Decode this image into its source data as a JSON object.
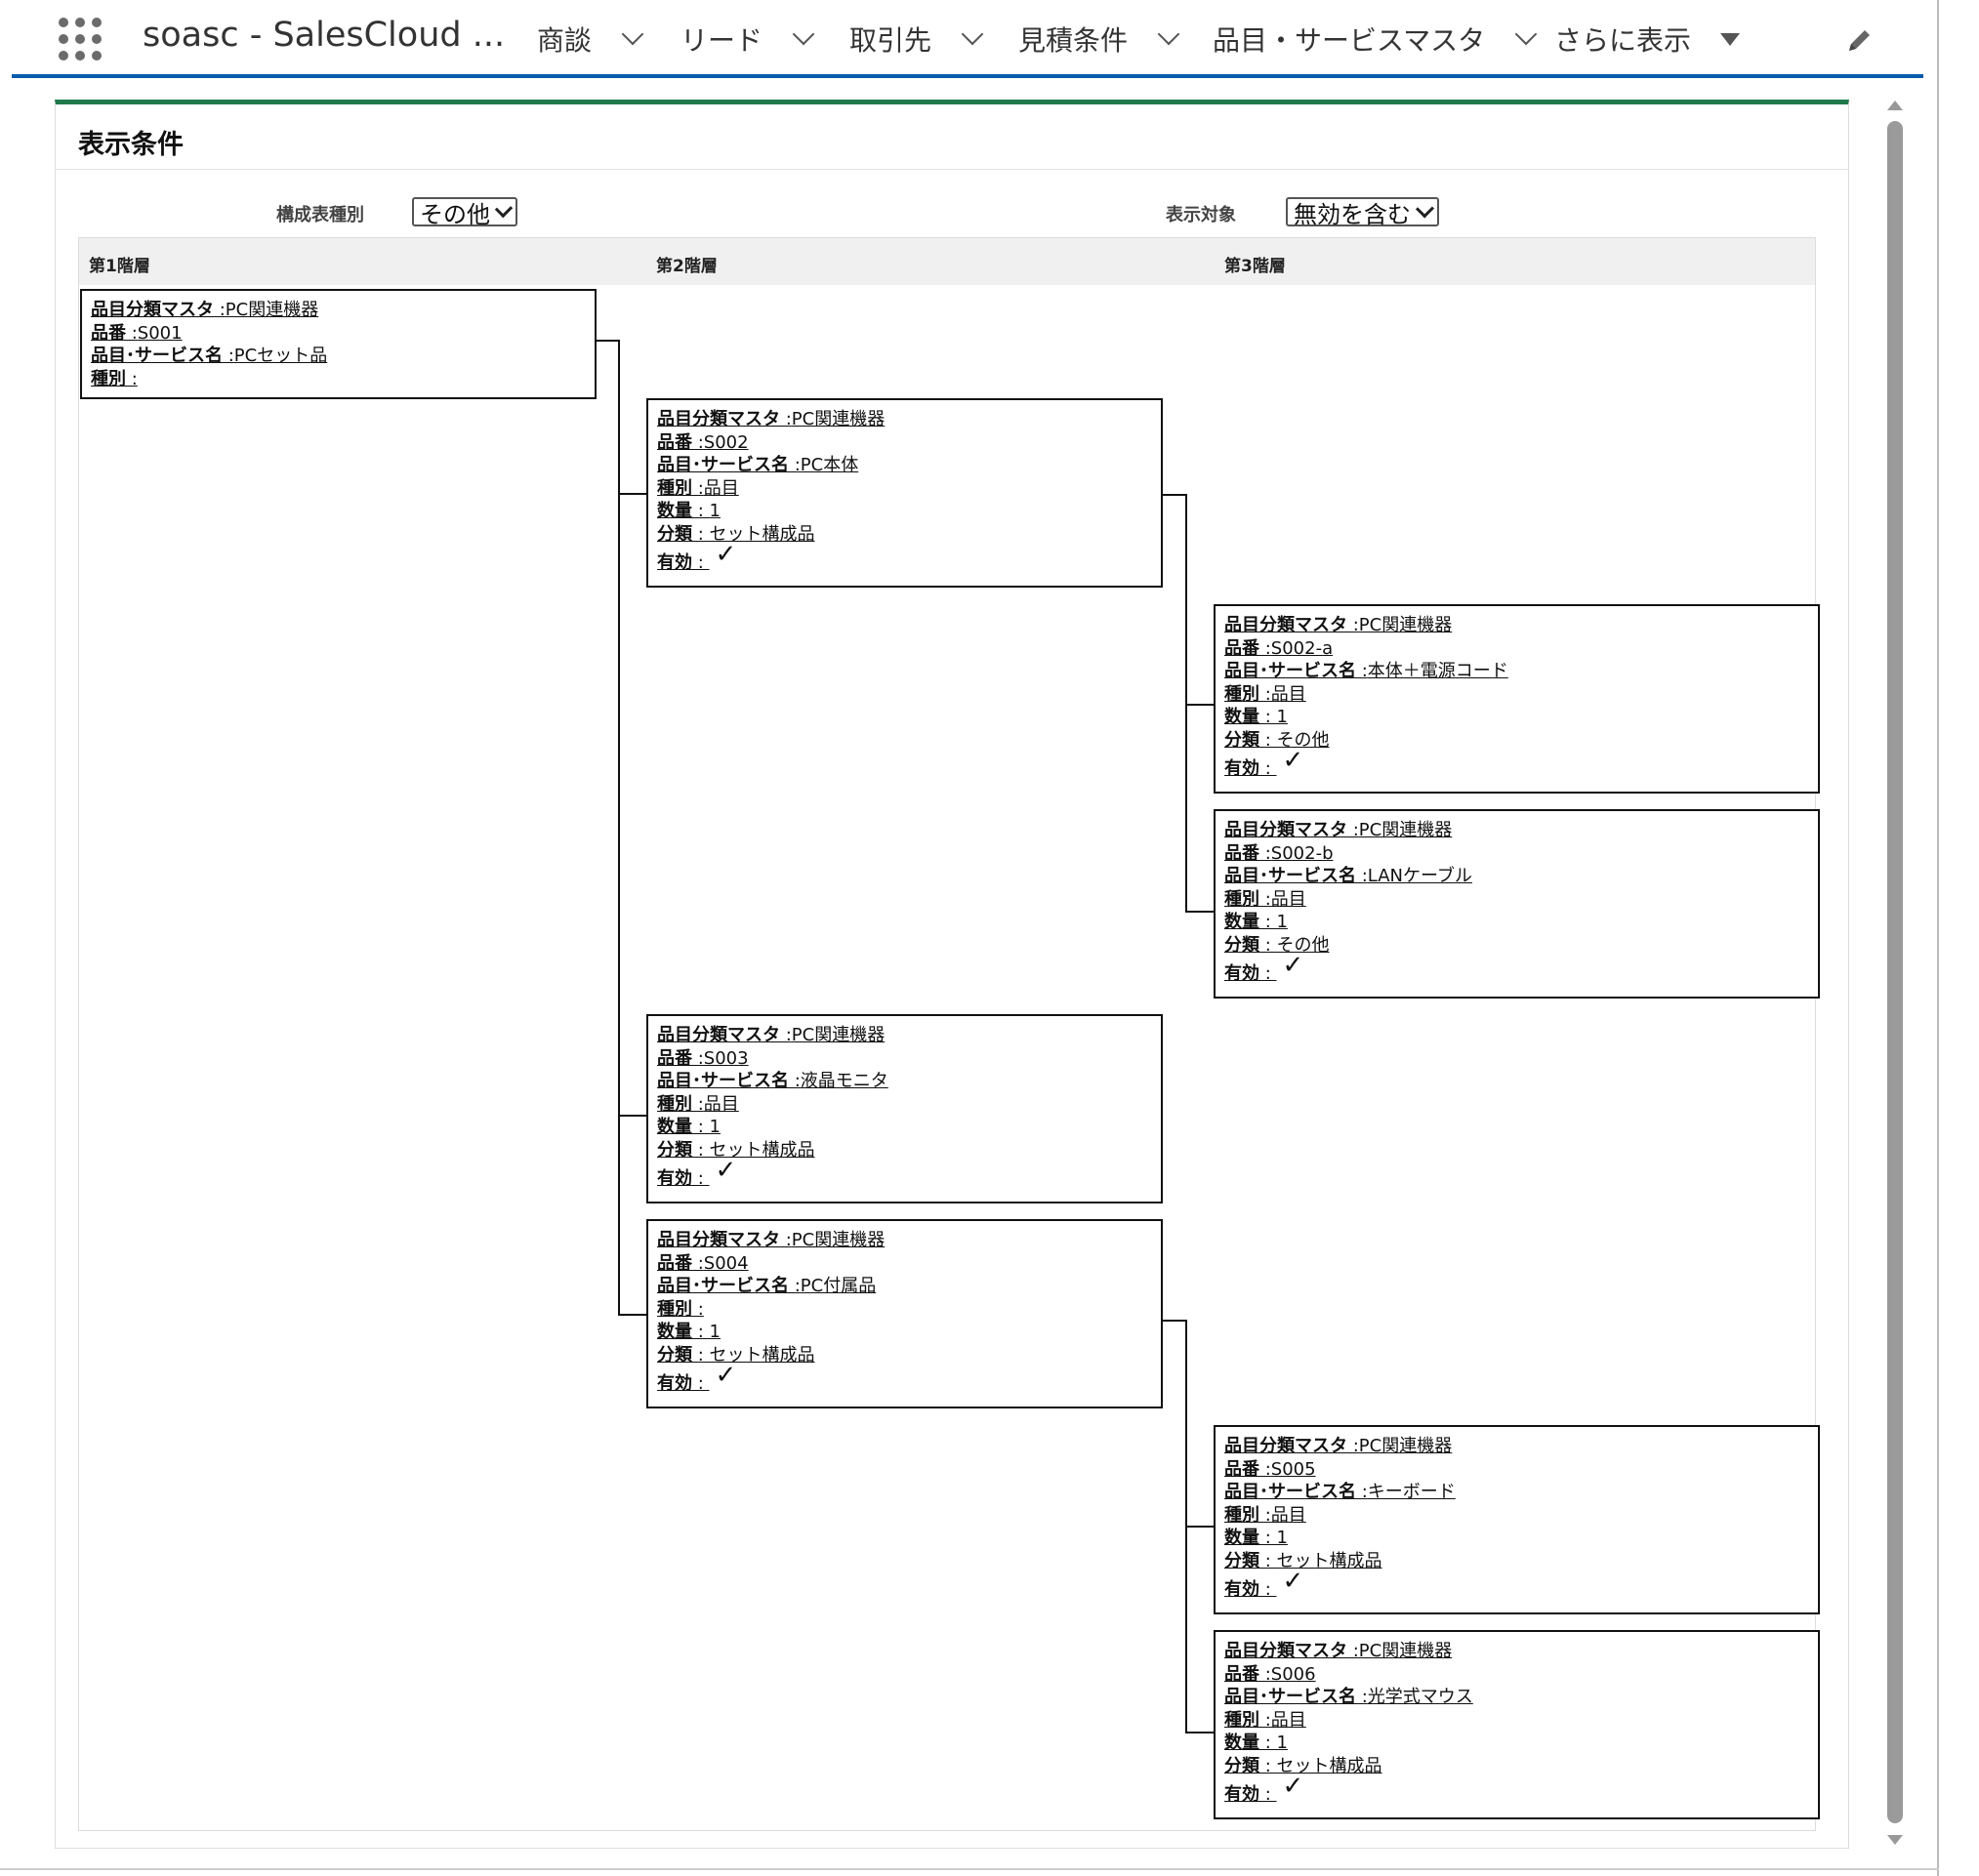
{
  "app": {
    "title": "soasc - SalesCloud ..."
  },
  "nav": {
    "items": [
      "商談",
      "リード",
      "取引先",
      "見積条件",
      "品目・サービスマスタ"
    ],
    "more": "さらに表示"
  },
  "panel": {
    "title": "表示条件",
    "filter1": {
      "label": "構成表種別",
      "value": "その他"
    },
    "filter2": {
      "label": "表示対象",
      "value": "無効を含む"
    },
    "columns": [
      "第1階層",
      "第2階層",
      "第3階層"
    ]
  },
  "labels": {
    "category": "品目分類マスタ",
    "number": "品番",
    "name": "品目･サービス名",
    "type": "種別",
    "qty": "数量",
    "class": "分類",
    "valid": "有効",
    "check": "✓"
  },
  "nodes": [
    {
      "category": "PC関連機器",
      "number": "S001",
      "name": "PCセット品",
      "type": ""
    },
    {
      "category": "PC関連機器",
      "number": "S002",
      "name": "PC本体",
      "type": "品目",
      "qty": "1",
      "class": "セット構成品",
      "valid": true
    },
    {
      "category": "PC関連機器",
      "number": "S002-a",
      "name": "本体＋電源コード",
      "type": "品目",
      "qty": "1",
      "class": "その他",
      "valid": true
    },
    {
      "category": "PC関連機器",
      "number": "S002-b",
      "name": "LANケーブル",
      "type": "品目",
      "qty": "1",
      "class": "その他",
      "valid": true
    },
    {
      "category": "PC関連機器",
      "number": "S003",
      "name": "液晶モニタ",
      "type": "品目",
      "qty": "1",
      "class": "セット構成品",
      "valid": true
    },
    {
      "category": "PC関連機器",
      "number": "S004",
      "name": "PC付属品",
      "type": "",
      "qty": "1",
      "class": "セット構成品",
      "valid": true
    },
    {
      "category": "PC関連機器",
      "number": "S005",
      "name": "キーボード",
      "type": "品目",
      "qty": "1",
      "class": "セット構成品",
      "valid": true
    },
    {
      "category": "PC関連機器",
      "number": "S006",
      "name": "光学式マウス",
      "type": "品目",
      "qty": "1",
      "class": "セット構成品",
      "valid": true
    }
  ]
}
